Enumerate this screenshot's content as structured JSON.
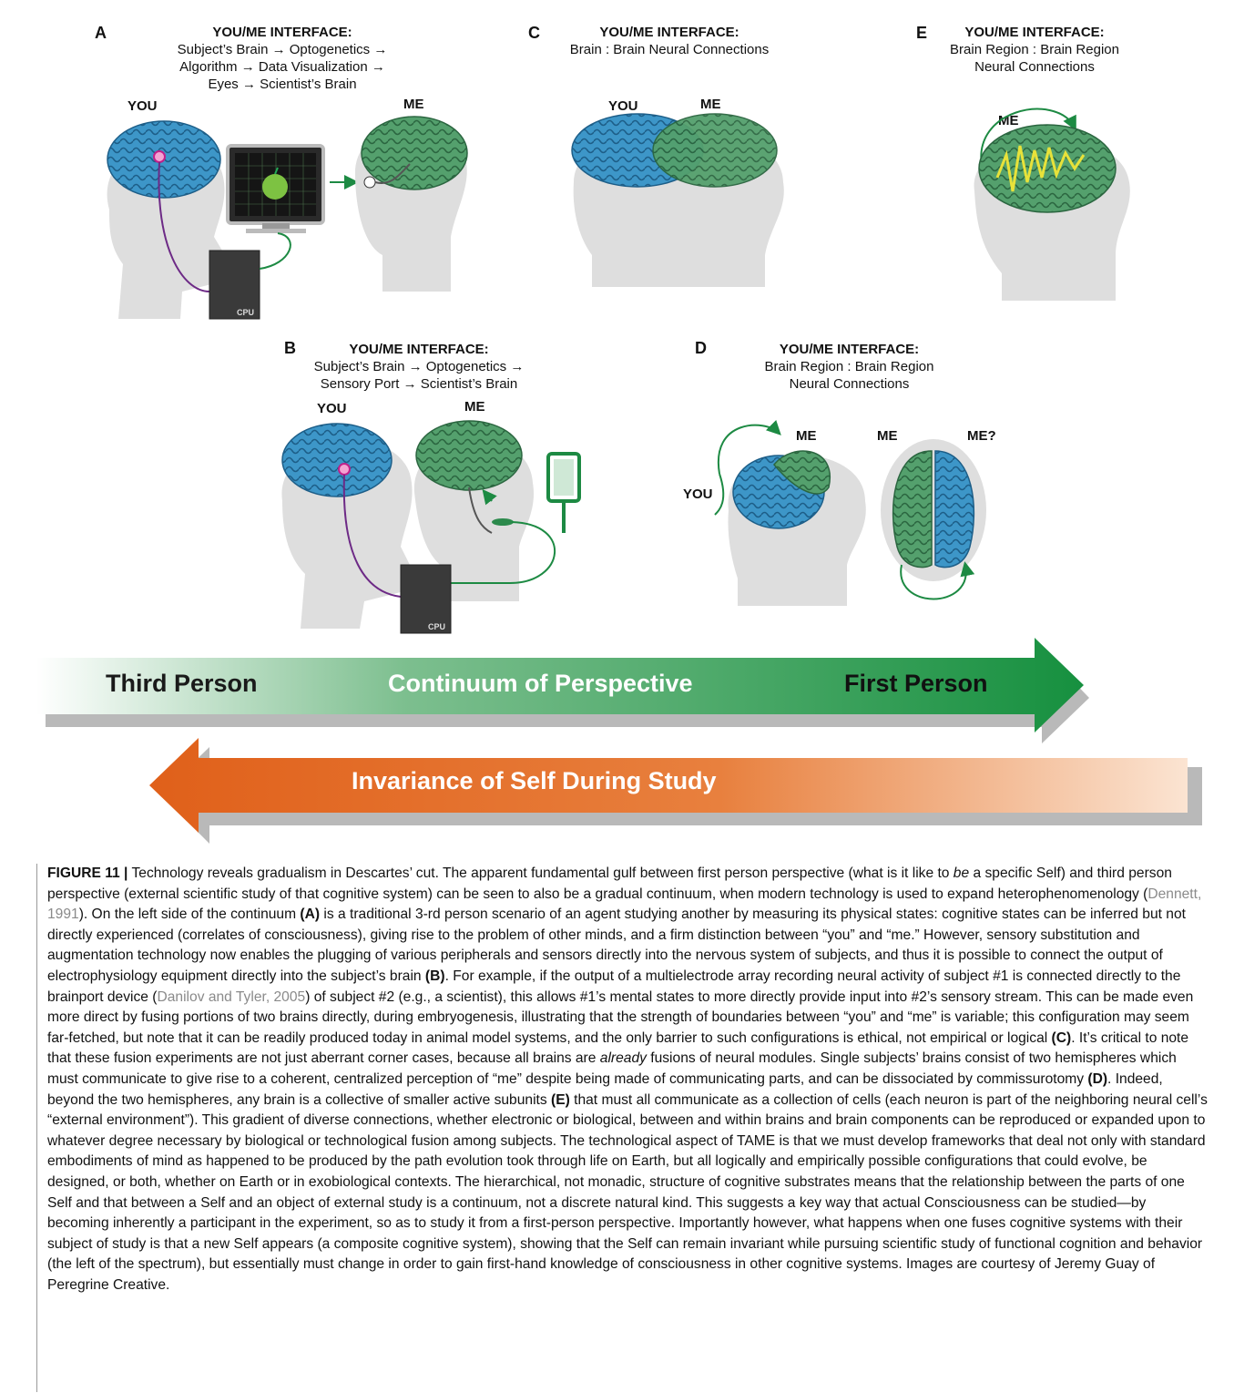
{
  "colors": {
    "blue_brain": "#2f86b8",
    "green_brain": "#3e8c5a",
    "head": "#dedede",
    "accent_green": "#1d8a43",
    "accent_orange": "#e2661f",
    "purple": "#6d2a86",
    "pink": "#e040a0",
    "yellow": "#e8e23a"
  },
  "panels": {
    "A": {
      "label": "A",
      "title": "YOU/ME INTERFACE:",
      "lines": [
        "Subject’s Brain → Optogenetics →",
        "Algorithm → Data Visualization →",
        "Eyes → Scientist’s Brain"
      ],
      "you": "YOU",
      "me": "ME",
      "cpu": "CPU"
    },
    "B": {
      "label": "B",
      "title": "YOU/ME INTERFACE:",
      "lines": [
        "Subject’s Brain → Optogenetics →",
        "Sensory Port → Scientist’s Brain"
      ],
      "you": "YOU",
      "me": "ME",
      "cpu": "CPU"
    },
    "C": {
      "label": "C",
      "title": "YOU/ME INTERFACE:",
      "lines": [
        "Brain : Brain Neural Connections"
      ],
      "you": "YOU",
      "me": "ME"
    },
    "D": {
      "label": "D",
      "title": "YOU/ME INTERFACE:",
      "lines": [
        "Brain Region : Brain Region",
        "Neural Connections"
      ],
      "you": "YOU",
      "me": "ME",
      "me_left": "ME",
      "me_right": "ME?"
    },
    "E": {
      "label": "E",
      "title": "YOU/ME INTERFACE:",
      "lines": [
        "Brain Region : Brain Region",
        "Neural Connections"
      ],
      "me": "ME"
    }
  },
  "arrows": {
    "third": "Third Person",
    "continuum": "Continuum of Perspective",
    "first": "First Person",
    "invariance": "Invariance of Self During Study"
  },
  "caption": {
    "label": "FIGURE 11 |",
    "p1": " Technology reveals gradualism in Descartes’ cut. The apparent fundamental gulf between first person perspective (what is it like to ",
    "p1_em": "be",
    "p2": " a specific Self) and third person perspective (external scientific study of that cognitive system) can be seen to also be a gradual continuum, when modern technology is used to expand heterophenomenology (",
    "cite1": "Dennett, 1991",
    "p3": "). On the left side of the continuum ",
    "refA": "(A)",
    "p4": " is a traditional 3-rd person scenario of an agent studying another by measuring its physical states: cognitive states can be inferred but not directly experienced (correlates of consciousness), giving rise to the problem of other minds, and a firm distinction between “you” and “me.” However, sensory substitution and augmentation technology now enables the plugging of various peripherals and sensors directly into the nervous system of subjects, and thus it is possible to connect the output of electrophysiology equipment directly into the subject’s brain ",
    "refB": "(B)",
    "p5": ". For example, if the output of a multielectrode array recording neural activity of subject #1 is connected directly to the brainport device (",
    "cite2": "Danilov and Tyler, 2005",
    "p6": ") of subject #2 (e.g., a scientist), this allows #1’s mental states to more directly provide input into #2’s sensory stream. This can be made even more direct by fusing portions of two brains directly, during embryogenesis, illustrating that the strength of boundaries between “you” and “me” is variable; this configuration may seem far-fetched, but note that it can be readily produced today in animal model systems, and the only barrier to such configurations is ethical, not empirical or logical ",
    "refC": "(C)",
    "p7": ". It’s critical to note that these fusion experiments are not just aberrant corner cases, because all brains are ",
    "p7_em": "already",
    "p8": " fusions of neural modules. Single subjects’ brains consist of two hemispheres which must communicate to give rise to a coherent, centralized perception of “me” despite being made of communicating parts, and can be dissociated by commissurotomy ",
    "refD": "(D)",
    "p9": ". Indeed, beyond the two hemispheres, any brain is a collective of smaller active subunits ",
    "refE": "(E)",
    "p10": " that must all communicate as a collection of cells (each neuron is part of the neighboring neural cell’s “external environment”). This gradient of diverse connections, whether electronic or biological, between and within brains and brain components can be reproduced or expanded upon to whatever degree necessary by biological or technological fusion among subjects. The technological aspect of TAME is that we must develop frameworks that deal not only with standard embodiments of mind as happened to be produced by the path evolution took through life on Earth, but all logically and empirically possible configurations that could evolve, be designed, or both, whether on Earth or in exobiological contexts. The hierarchical, not monadic, structure of cognitive substrates means that the relationship between the parts of one Self and that between a Self and an object of external study is a continuum, not a discrete natural kind. This suggests a key way that actual Consciousness can be studied—by becoming inherently a participant in the experiment, so as to study it from a first-person perspective. Importantly however, what happens when one fuses cognitive systems with their subject of study is that a new Self appears (a composite cognitive system), showing that the Self can remain invariant while pursuing scientific study of functional cognition and behavior (the left of the spectrum), but essentially must change in order to gain first-hand knowledge of consciousness in other cognitive systems. Images are courtesy of Jeremy Guay of Peregrine Creative."
  }
}
